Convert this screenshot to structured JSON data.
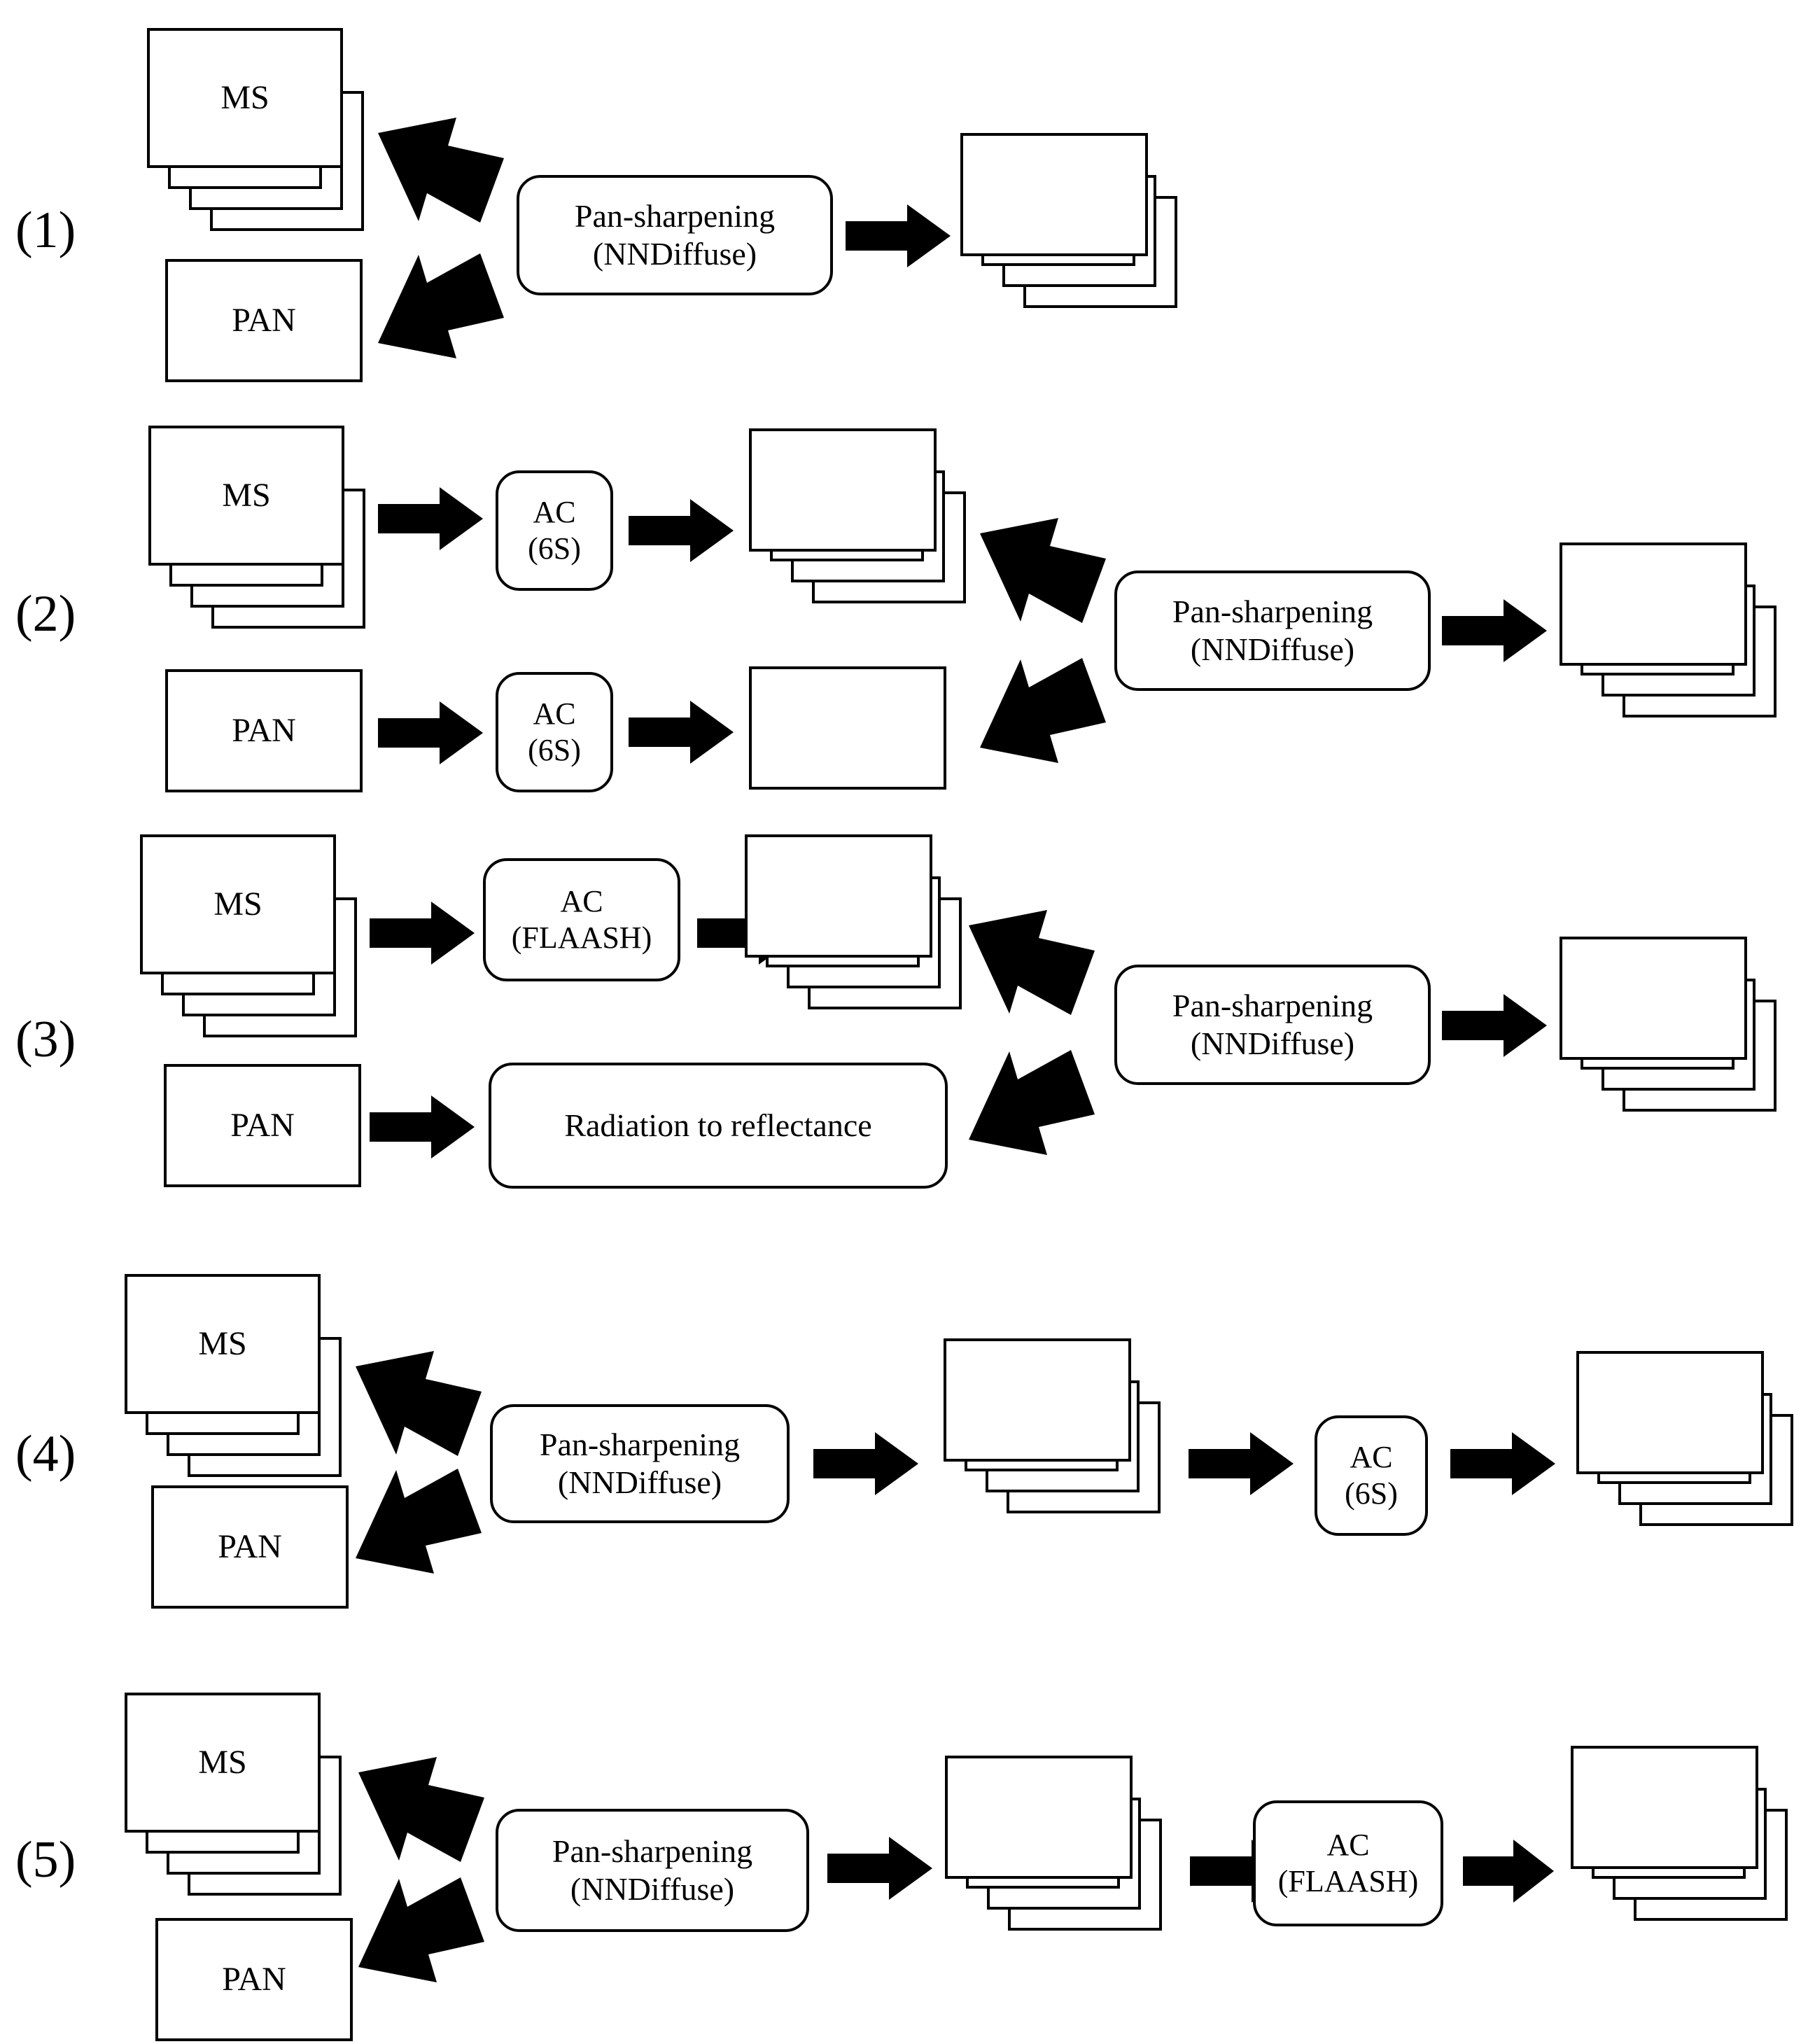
{
  "figure": {
    "type": "flowchart",
    "description": "Five alternative processing chains combining multispectral (MS) and panchromatic (PAN) imagery with atmospheric correction and pan-sharpening",
    "stroke_color": "#000000",
    "fill_color": "#ffffff",
    "arrow_color": "#000000"
  },
  "labels": {
    "ms": "MS",
    "pan": "PAN",
    "pansharpen_line1": "Pan-sharpening",
    "pansharpen_line2": "(NNDiffuse)",
    "ac_line1": "AC",
    "ac_6s_line2": "(6S)",
    "ac_flaash_line2": "(FLAASH)",
    "radiation_to_reflectance": "Radiation to reflectance"
  },
  "rows": [
    {
      "id": "row-1",
      "index": "(1)",
      "nodes": [
        {
          "name": "ms-stack",
          "kind": "image-stack",
          "label": "MS"
        },
        {
          "name": "pan-box",
          "kind": "image",
          "label": "PAN"
        },
        {
          "name": "pansharpening-box",
          "kind": "process",
          "lines": [
            "Pan-sharpening",
            "(NNDiffuse)"
          ]
        },
        {
          "name": "output-stack",
          "kind": "image-stack",
          "label": ""
        }
      ]
    },
    {
      "id": "row-2",
      "index": "(2)",
      "nodes": [
        {
          "name": "ms-stack",
          "kind": "image-stack",
          "label": "MS"
        },
        {
          "name": "ac-6s-ms-box",
          "kind": "process",
          "lines": [
            "AC",
            "(6S)"
          ]
        },
        {
          "name": "ms-corrected-stack",
          "kind": "image-stack",
          "label": ""
        },
        {
          "name": "pan-box",
          "kind": "image",
          "label": "PAN"
        },
        {
          "name": "ac-6s-pan-box",
          "kind": "process",
          "lines": [
            "AC",
            "(6S)"
          ]
        },
        {
          "name": "pan-corrected-box",
          "kind": "image",
          "label": ""
        },
        {
          "name": "pansharpening-box",
          "kind": "process",
          "lines": [
            "Pan-sharpening",
            "(NNDiffuse)"
          ]
        },
        {
          "name": "output-stack",
          "kind": "image-stack",
          "label": ""
        }
      ]
    },
    {
      "id": "row-3",
      "index": "(3)",
      "nodes": [
        {
          "name": "ms-stack",
          "kind": "image-stack",
          "label": "MS"
        },
        {
          "name": "ac-flaash-box",
          "kind": "process",
          "lines": [
            "AC",
            "(FLAASH)"
          ]
        },
        {
          "name": "ms-corrected-stack",
          "kind": "image-stack",
          "label": ""
        },
        {
          "name": "pan-box",
          "kind": "image",
          "label": "PAN"
        },
        {
          "name": "radiation-to-reflectance-box",
          "kind": "process",
          "lines": [
            "Radiation to reflectance"
          ]
        },
        {
          "name": "pansharpening-box",
          "kind": "process",
          "lines": [
            "Pan-sharpening",
            "(NNDiffuse)"
          ]
        },
        {
          "name": "output-stack",
          "kind": "image-stack",
          "label": ""
        }
      ]
    },
    {
      "id": "row-4",
      "index": "(4)",
      "nodes": [
        {
          "name": "ms-stack",
          "kind": "image-stack",
          "label": "MS"
        },
        {
          "name": "pan-box",
          "kind": "image",
          "label": "PAN"
        },
        {
          "name": "pansharpening-box",
          "kind": "process",
          "lines": [
            "Pan-sharpening",
            "(NNDiffuse)"
          ]
        },
        {
          "name": "fused-stack",
          "kind": "image-stack",
          "label": ""
        },
        {
          "name": "ac-6s-box",
          "kind": "process",
          "lines": [
            "AC",
            "(6S)"
          ]
        },
        {
          "name": "output-stack",
          "kind": "image-stack",
          "label": ""
        }
      ]
    },
    {
      "id": "row-5",
      "index": "(5)",
      "nodes": [
        {
          "name": "ms-stack",
          "kind": "image-stack",
          "label": "MS"
        },
        {
          "name": "pan-box",
          "kind": "image",
          "label": "PAN"
        },
        {
          "name": "pansharpening-box",
          "kind": "process",
          "lines": [
            "Pan-sharpening",
            "(NNDiffuse)"
          ]
        },
        {
          "name": "fused-stack",
          "kind": "image-stack",
          "label": ""
        },
        {
          "name": "ac-flaash-box",
          "kind": "process",
          "lines": [
            "AC",
            "(FLAASH)"
          ]
        },
        {
          "name": "output-stack",
          "kind": "image-stack",
          "label": ""
        }
      ]
    }
  ]
}
